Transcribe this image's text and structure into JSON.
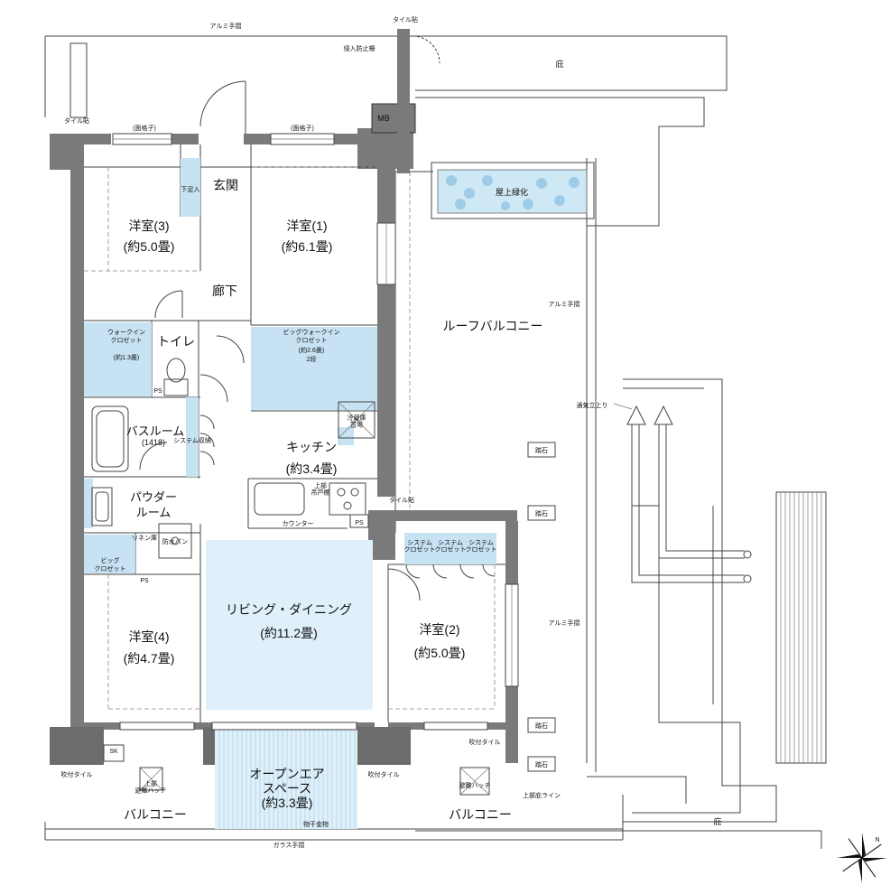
{
  "plan": {
    "rooms": {
      "western_3": {
        "name": "洋室(3)",
        "size": "(約5.0畳)"
      },
      "western_1": {
        "name": "洋室(1)",
        "size": "(約6.1畳)"
      },
      "western_4": {
        "name": "洋室(4)",
        "size": "(約4.7畳)"
      },
      "western_2": {
        "name": "洋室(2)",
        "size": "(約5.0畳)"
      },
      "entrance": "玄関",
      "corridor": "廊下",
      "toilet": "トイレ",
      "bathroom": {
        "name": "バスルーム",
        "size": "(1418)"
      },
      "powder": {
        "line1": "パウダー",
        "line2": "ルーム"
      },
      "kitchen": {
        "name": "キッチン",
        "size": "(約3.4畳)"
      },
      "living": {
        "name": "リビング・ダイニング",
        "size": "(約11.2畳)"
      },
      "roof_balcony": "ルーフバルコニー",
      "open_air": {
        "line1": "オープンエア",
        "line2": "スペース",
        "size": "(約3.3畳)"
      },
      "balcony_left": "バルコニー",
      "balcony_right": "バルコニー",
      "roof_garden": "屋上緑化",
      "walkin_closet": {
        "line1": "ウォークイン",
        "line2": "クロゼット",
        "size": "(約1.3畳)"
      },
      "big_walkin": {
        "line1": "ビッグウォークイン",
        "line2": "クロゼット",
        "size": "(約2.6畳)",
        "note": "2段"
      },
      "big_closet": {
        "line1": "ビッグ",
        "line2": "クロゼット"
      },
      "system_closets": [
        "システム\nクロゼット",
        "システム\nクロゼット",
        "システム\nクロゼット"
      ]
    },
    "labels": {
      "aluminum_rail_top": "アルミ手摺",
      "tile_top": "タイル貼",
      "intrusion_fence": "侵入防止柵",
      "meter_box": "MB",
      "eaves_top": "庇",
      "tile_left": "タイル貼",
      "lattice_1": "(面格子)",
      "lattice_2": "(面格子)",
      "shoe_box": "下足入",
      "aluminum_rail_mid": "アルミ手摺",
      "vent_riser": "通気立上り",
      "stepping_stone": "踏石",
      "aluminum_rail_low": "アルミ手摺",
      "ps": "PS",
      "counter": "カウンター",
      "upper_cabinet": "上部\n吊戸棚",
      "fridge": "冷蔵庫\n置場",
      "tile_side": "タイル貼",
      "linen": "リネン庫",
      "waterproof_pan": "防水パン",
      "system_storage": "システム収納",
      "closed_tile": "吹付タイル",
      "sk": "SK",
      "blow_tile_left": "吹付タイル",
      "blow_tile_right": "吹付タイル",
      "upper_hatch": "上部\n避難ハッチ",
      "escape_hatch": "避難ハッチ",
      "upper_eaves_line": "上部庇ライン",
      "drying_fixture": "物干金物",
      "glass_rail": "ガラス手摺",
      "eaves_bottom": "庇",
      "north": "N"
    }
  }
}
